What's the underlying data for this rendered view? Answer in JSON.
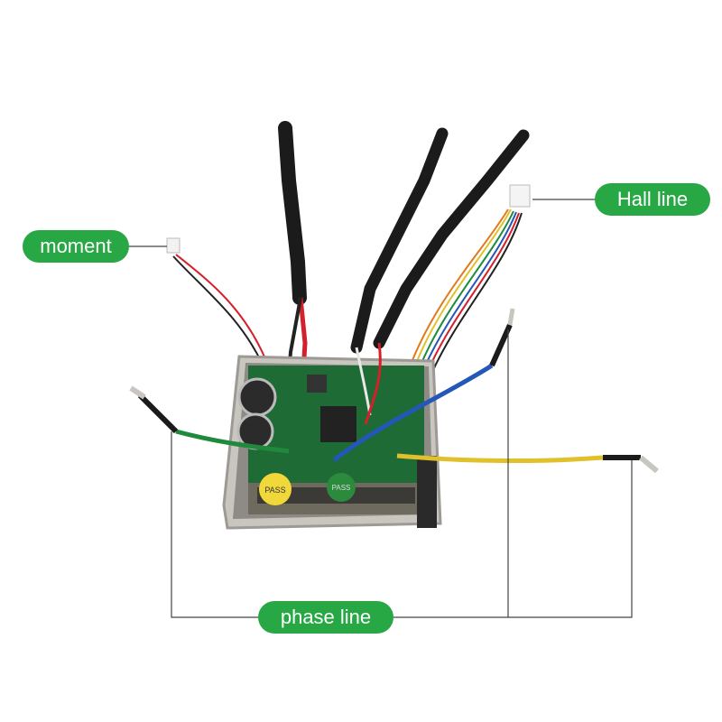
{
  "labels": {
    "moment": "moment",
    "hall_line": "Hall line",
    "phase_line": "phase line"
  },
  "board_markings": {
    "yellow_sticker": "PASS",
    "green_sticker": "PASS"
  },
  "colors": {
    "label_green": "#27a844",
    "label_text": "#ffffff",
    "leader_line": "#444444",
    "housing": "#c9c6c0",
    "pcb": "#1f6b35",
    "cable": "#1b1b1b",
    "wire_red": "#d4202a",
    "wire_yellow": "#e0c12c",
    "wire_blue": "#2457b8",
    "wire_green": "#1f8a3c"
  }
}
